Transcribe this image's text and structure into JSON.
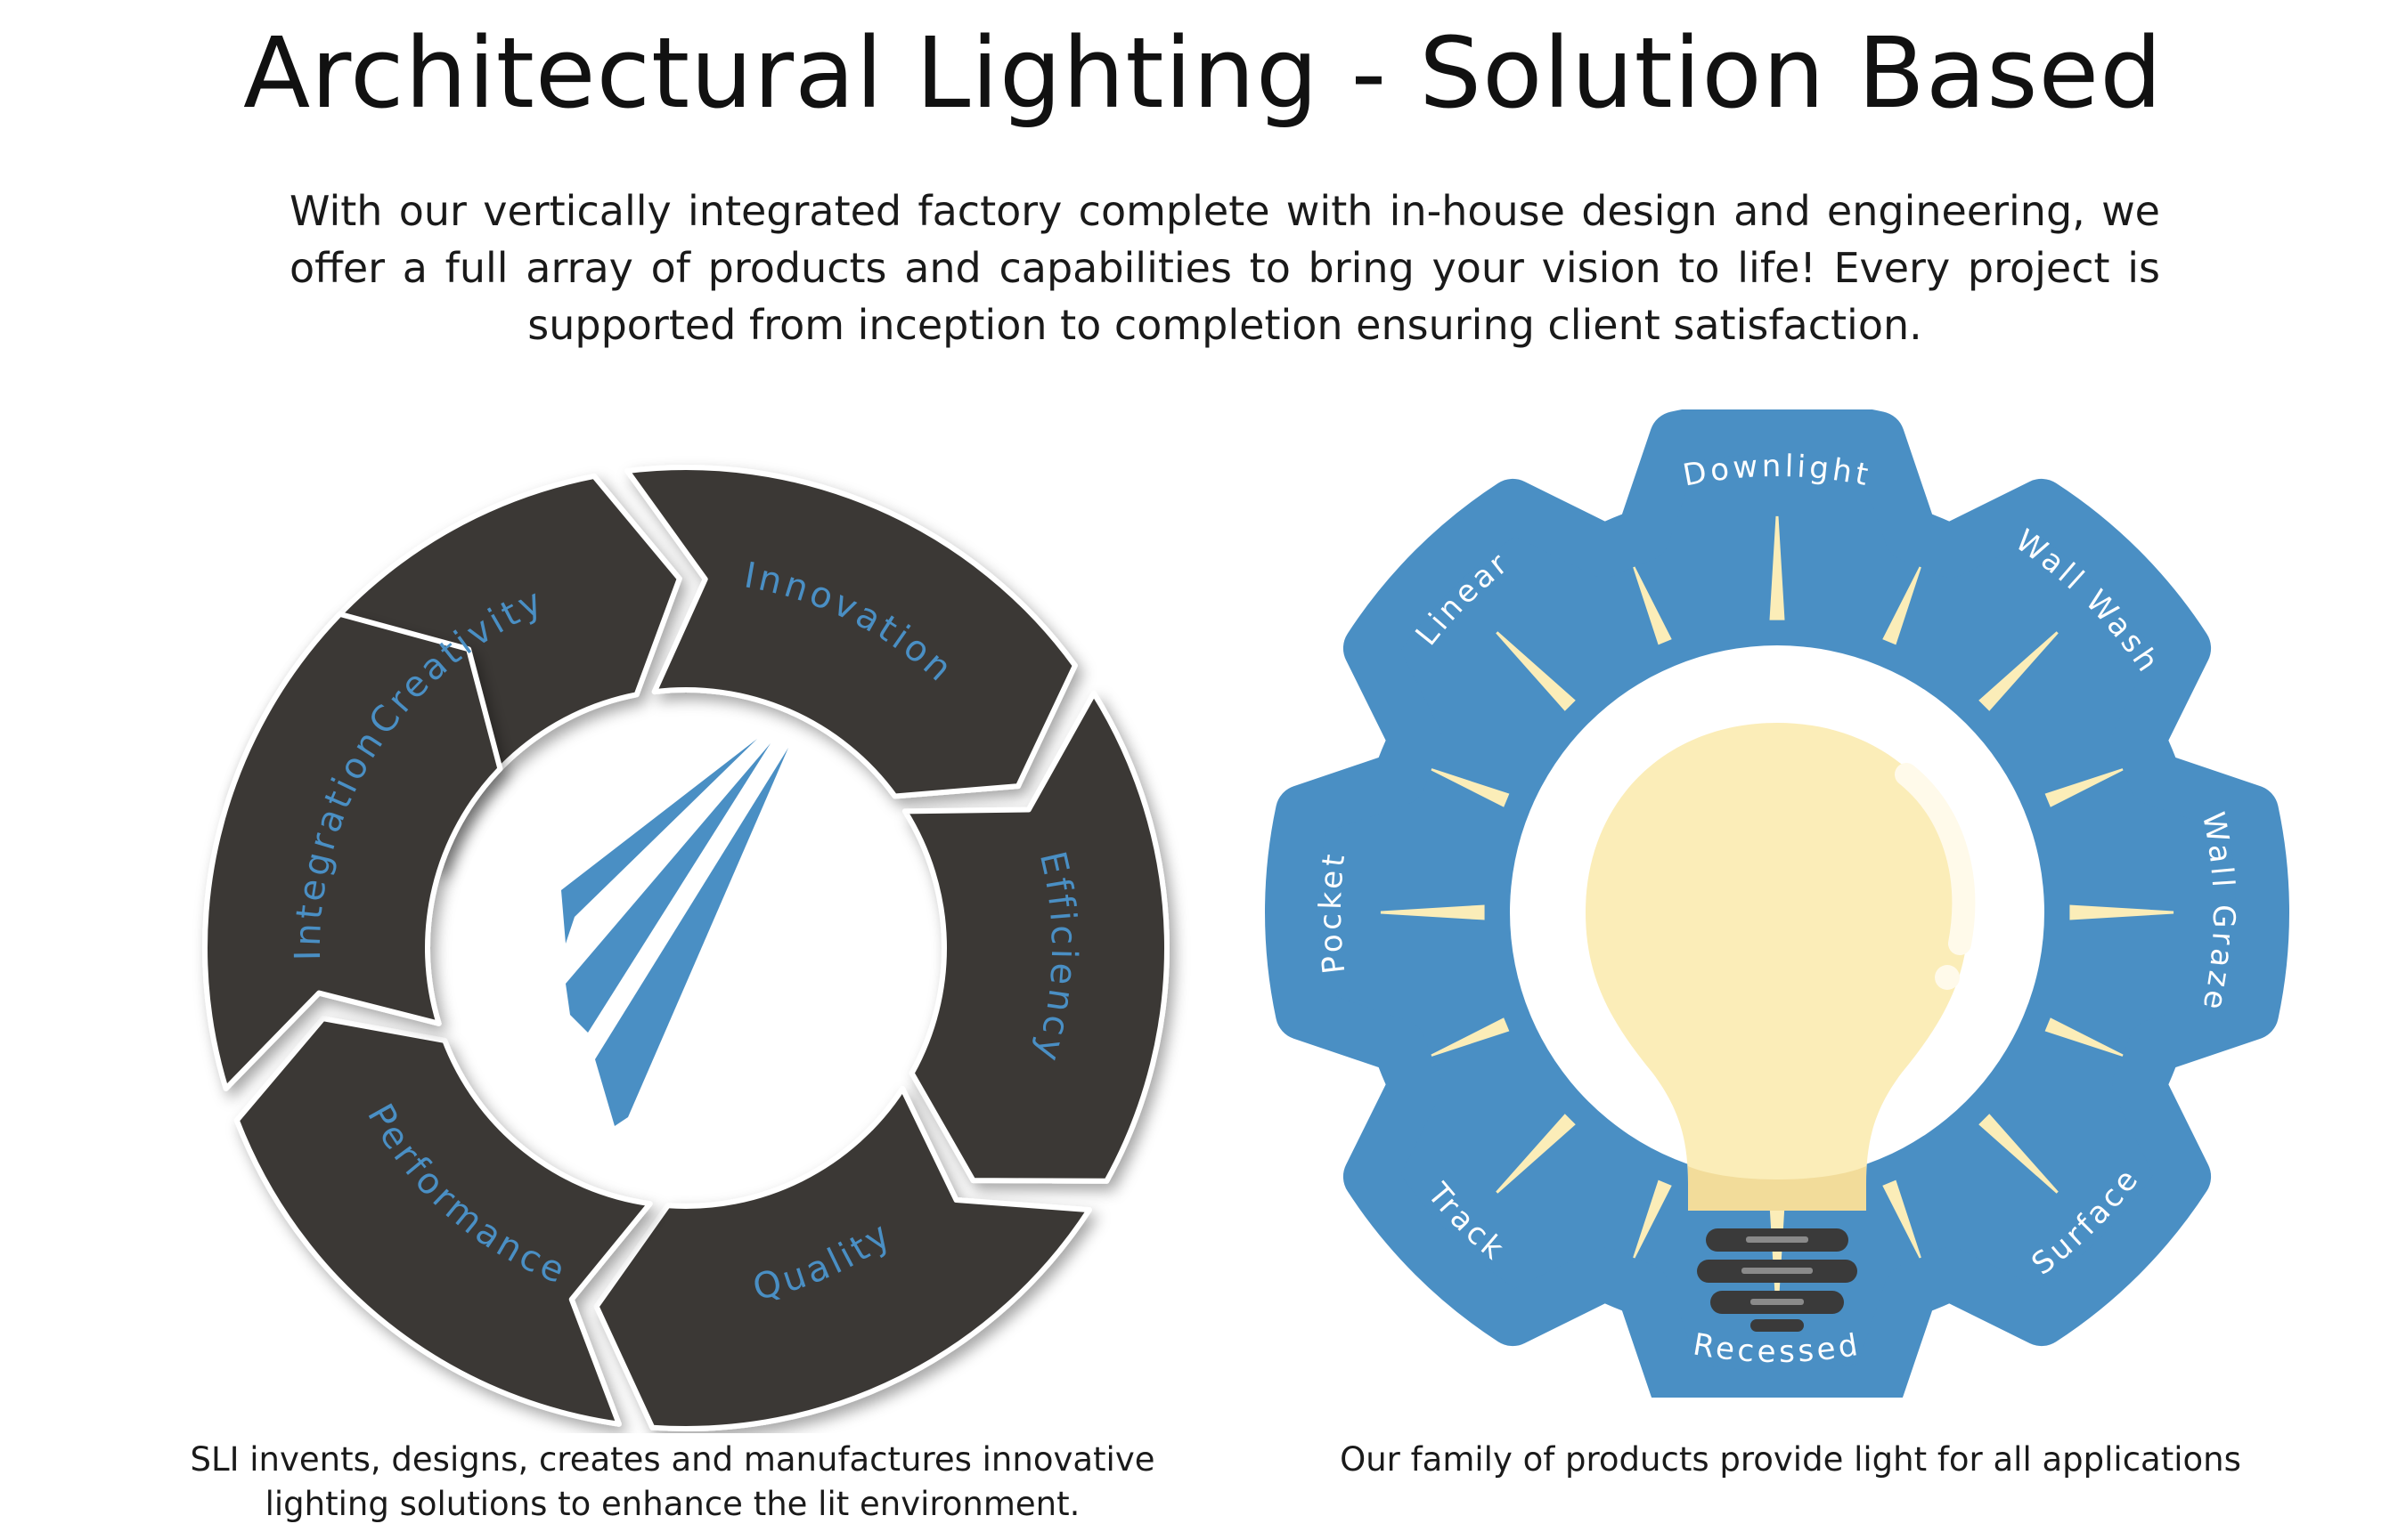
{
  "title": "Architectural Lighting - Solution Based",
  "intro": "With our vertically integrated factory complete with in-house design and engineering, we offer a full array of products and capabilities to bring your vision to life! Every project is supported from inception to completion ensuring client satisfaction.",
  "cycle": {
    "segments": [
      "Creativity",
      "Innovation",
      "Efficiency",
      "Quality",
      "Performance",
      "Integration"
    ],
    "colors": {
      "segment": "#3b3935",
      "label": "#4a8fc4",
      "logo": "#4a8fc4"
    }
  },
  "gear": {
    "labels": [
      "Downlight",
      "Wall Wash",
      "Wall Graze",
      "Surface",
      "Recessed",
      "Track",
      "Pocket",
      "Linear"
    ],
    "colors": {
      "gear": "#4a8fc4",
      "bulb": "#fbedb8",
      "rays": "#fbedb8",
      "base": "#3a3a3a"
    }
  },
  "captions": {
    "left": [
      "SLI invents, designs, creates and manufactures innovative",
      "lighting solutions to enhance the lit environment."
    ],
    "right": "Our family of products provide light for all applications"
  }
}
